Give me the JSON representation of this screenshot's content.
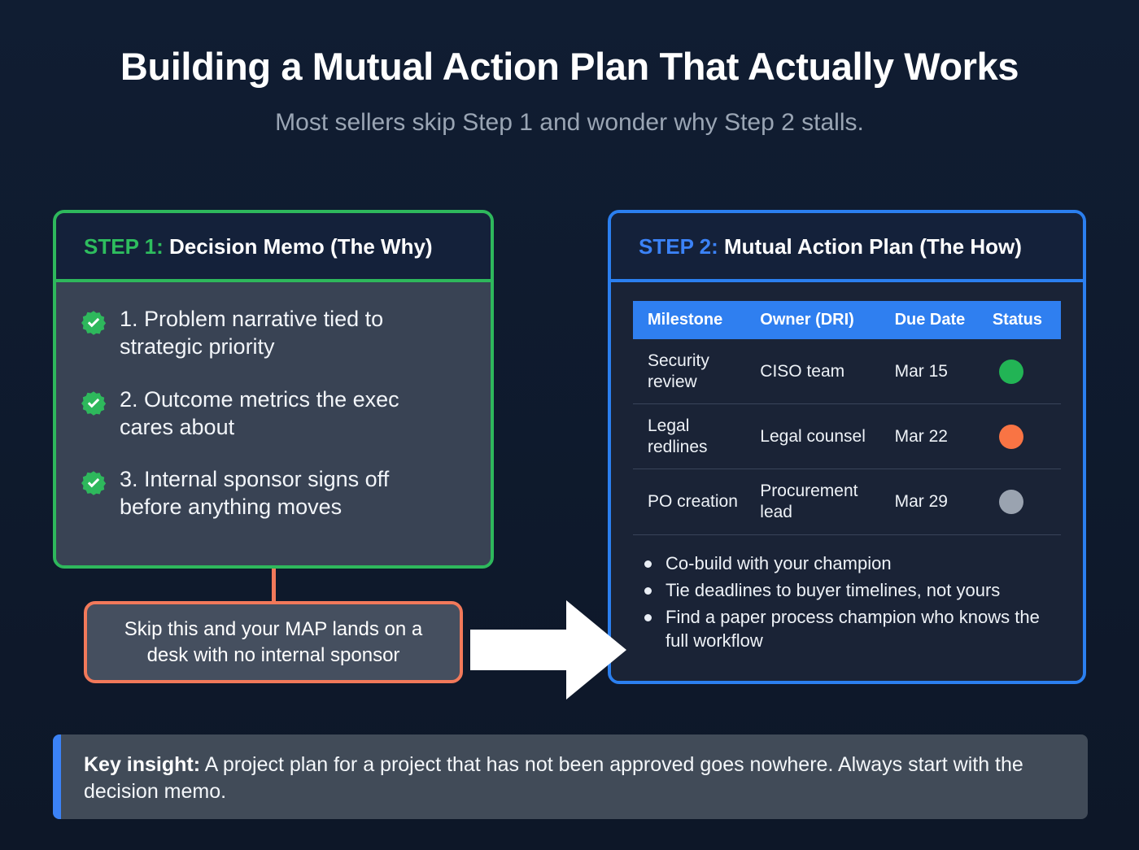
{
  "header": {
    "title": "Building a Mutual Action Plan That Actually Works",
    "subtitle": "Most sellers skip Step 1 and wonder why Step 2 stalls."
  },
  "step1": {
    "step_label": "STEP 1:",
    "heading": " Decision Memo (The Why)",
    "accent_color": "#2eb85c",
    "checklist": [
      {
        "icon": "check-badge-icon",
        "text": "1. Problem narrative tied to strategic priority"
      },
      {
        "icon": "check-badge-icon",
        "text": "2. Outcome metrics the exec cares about"
      },
      {
        "icon": "check-badge-icon",
        "text": "3. Internal sponsor signs off before anything moves"
      }
    ],
    "callout": {
      "text": "Skip this and your MAP lands on a desk with no internal sponsor",
      "border_color": "#f2795a"
    }
  },
  "flow": {
    "arrow_icon": "arrow-right-icon",
    "arrow_color": "#ffffff"
  },
  "step2": {
    "step_label": "STEP 2:",
    "heading": " Mutual Action Plan (The How)",
    "accent_color": "#2b7fef",
    "table": {
      "columns": [
        "Milestone",
        "Owner (DRI)",
        "Due Date",
        "Status"
      ],
      "rows": [
        {
          "milestone": "Security review",
          "owner": "CISO team",
          "due": "Mar 15",
          "status_color": "#22b455",
          "status_name": "status-dot-green"
        },
        {
          "milestone": "Legal redlines",
          "owner": "Legal counsel",
          "due": "Mar 22",
          "status_color": "#f97444",
          "status_name": "status-dot-orange"
        },
        {
          "milestone": "PO creation",
          "owner": "Procurement lead",
          "due": "Mar 29",
          "status_color": "#9aa3b0",
          "status_name": "status-dot-gray"
        }
      ]
    },
    "tips": [
      "Co-build with your champion",
      "Tie deadlines to buyer timelines, not yours",
      "Find a paper process champion who knows the full workflow"
    ]
  },
  "footer": {
    "label": "Key insight:",
    "text": " A project plan for a project that has not been approved goes nowhere. Always start with the decision memo.",
    "accent_color": "#3b82f6"
  }
}
